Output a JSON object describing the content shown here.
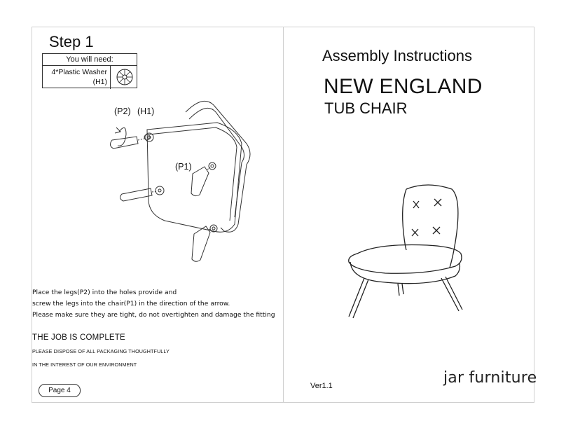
{
  "left_page": {
    "step_title": "Step 1",
    "you_will_need": {
      "header": "You will need:",
      "item_name": "4*Plastic Washer",
      "item_code": "(H1)",
      "icon": "washer-icon"
    },
    "diagram_labels": {
      "p2": "(P2)",
      "h1": "(H1)",
      "p1": "(P1)"
    },
    "instructions": [
      "Place the legs(P2) into the holes provide and",
      "screw the legs into the chair(P1) in the direction of the arrow.",
      "Please make sure they are tight, do not overtighten and damage the fitting"
    ],
    "job_complete": "THE JOB IS COMPLETE",
    "dispose_note": "PLEASE DISPOSE OF ALL PACKAGING THOUGHTFULLY",
    "environment_note": "IN THE INTEREST OF OUR ENVIRONMENT",
    "page_label": "Page 4"
  },
  "right_page": {
    "heading": "Assembly Instructions",
    "product_name": "NEW ENGLAND",
    "product_type": "TUB CHAIR",
    "version": "Ver1.1",
    "brand": "jar furniture"
  }
}
